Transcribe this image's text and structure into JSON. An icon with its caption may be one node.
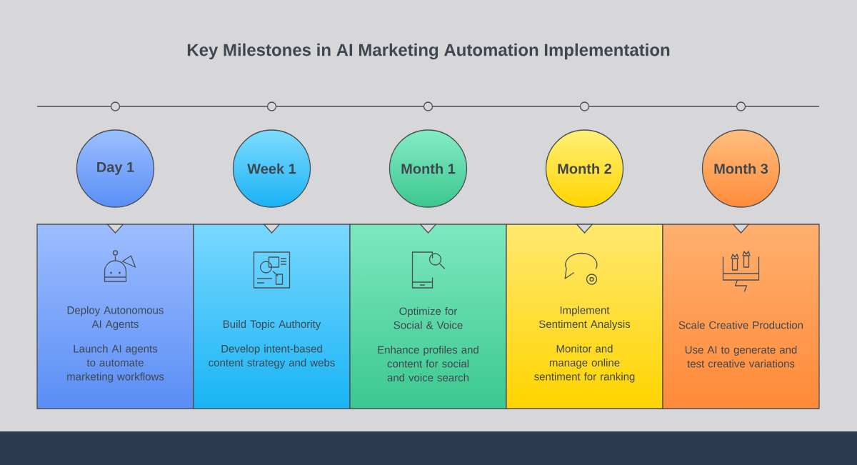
{
  "diagram": {
    "title": "Key Milestones in AI Marketing Automation Implementation",
    "nodes": [
      {
        "text": [
          "Day 1"
        ]
      },
      {
        "text": [
          "Week 1"
        ]
      },
      {
        "text": [
          "Month 1"
        ]
      },
      {
        "text": [
          "Month 2"
        ]
      },
      {
        "text": [
          "Month 3"
        ]
      },
      {
        "text": [
          "Deploy Autonomous AI Agents",
          "Launch AI agents to automate marketing workflows"
        ]
      },
      {
        "text": [
          "Build Topic Authority",
          "Develop intent-based content strategy and webs"
        ]
      },
      {
        "text": [
          "Optimize for Social & Voice",
          "Enhance profiles and content for social and voice search"
        ]
      },
      {
        "text": [
          "Implement Sentiment Analysis",
          "Monitor and manage online sentiment for ranking"
        ]
      },
      {
        "text": [
          "Scale Creative Production",
          "Use AI to generate and test creative variations"
        ]
      }
    ]
  }
}
